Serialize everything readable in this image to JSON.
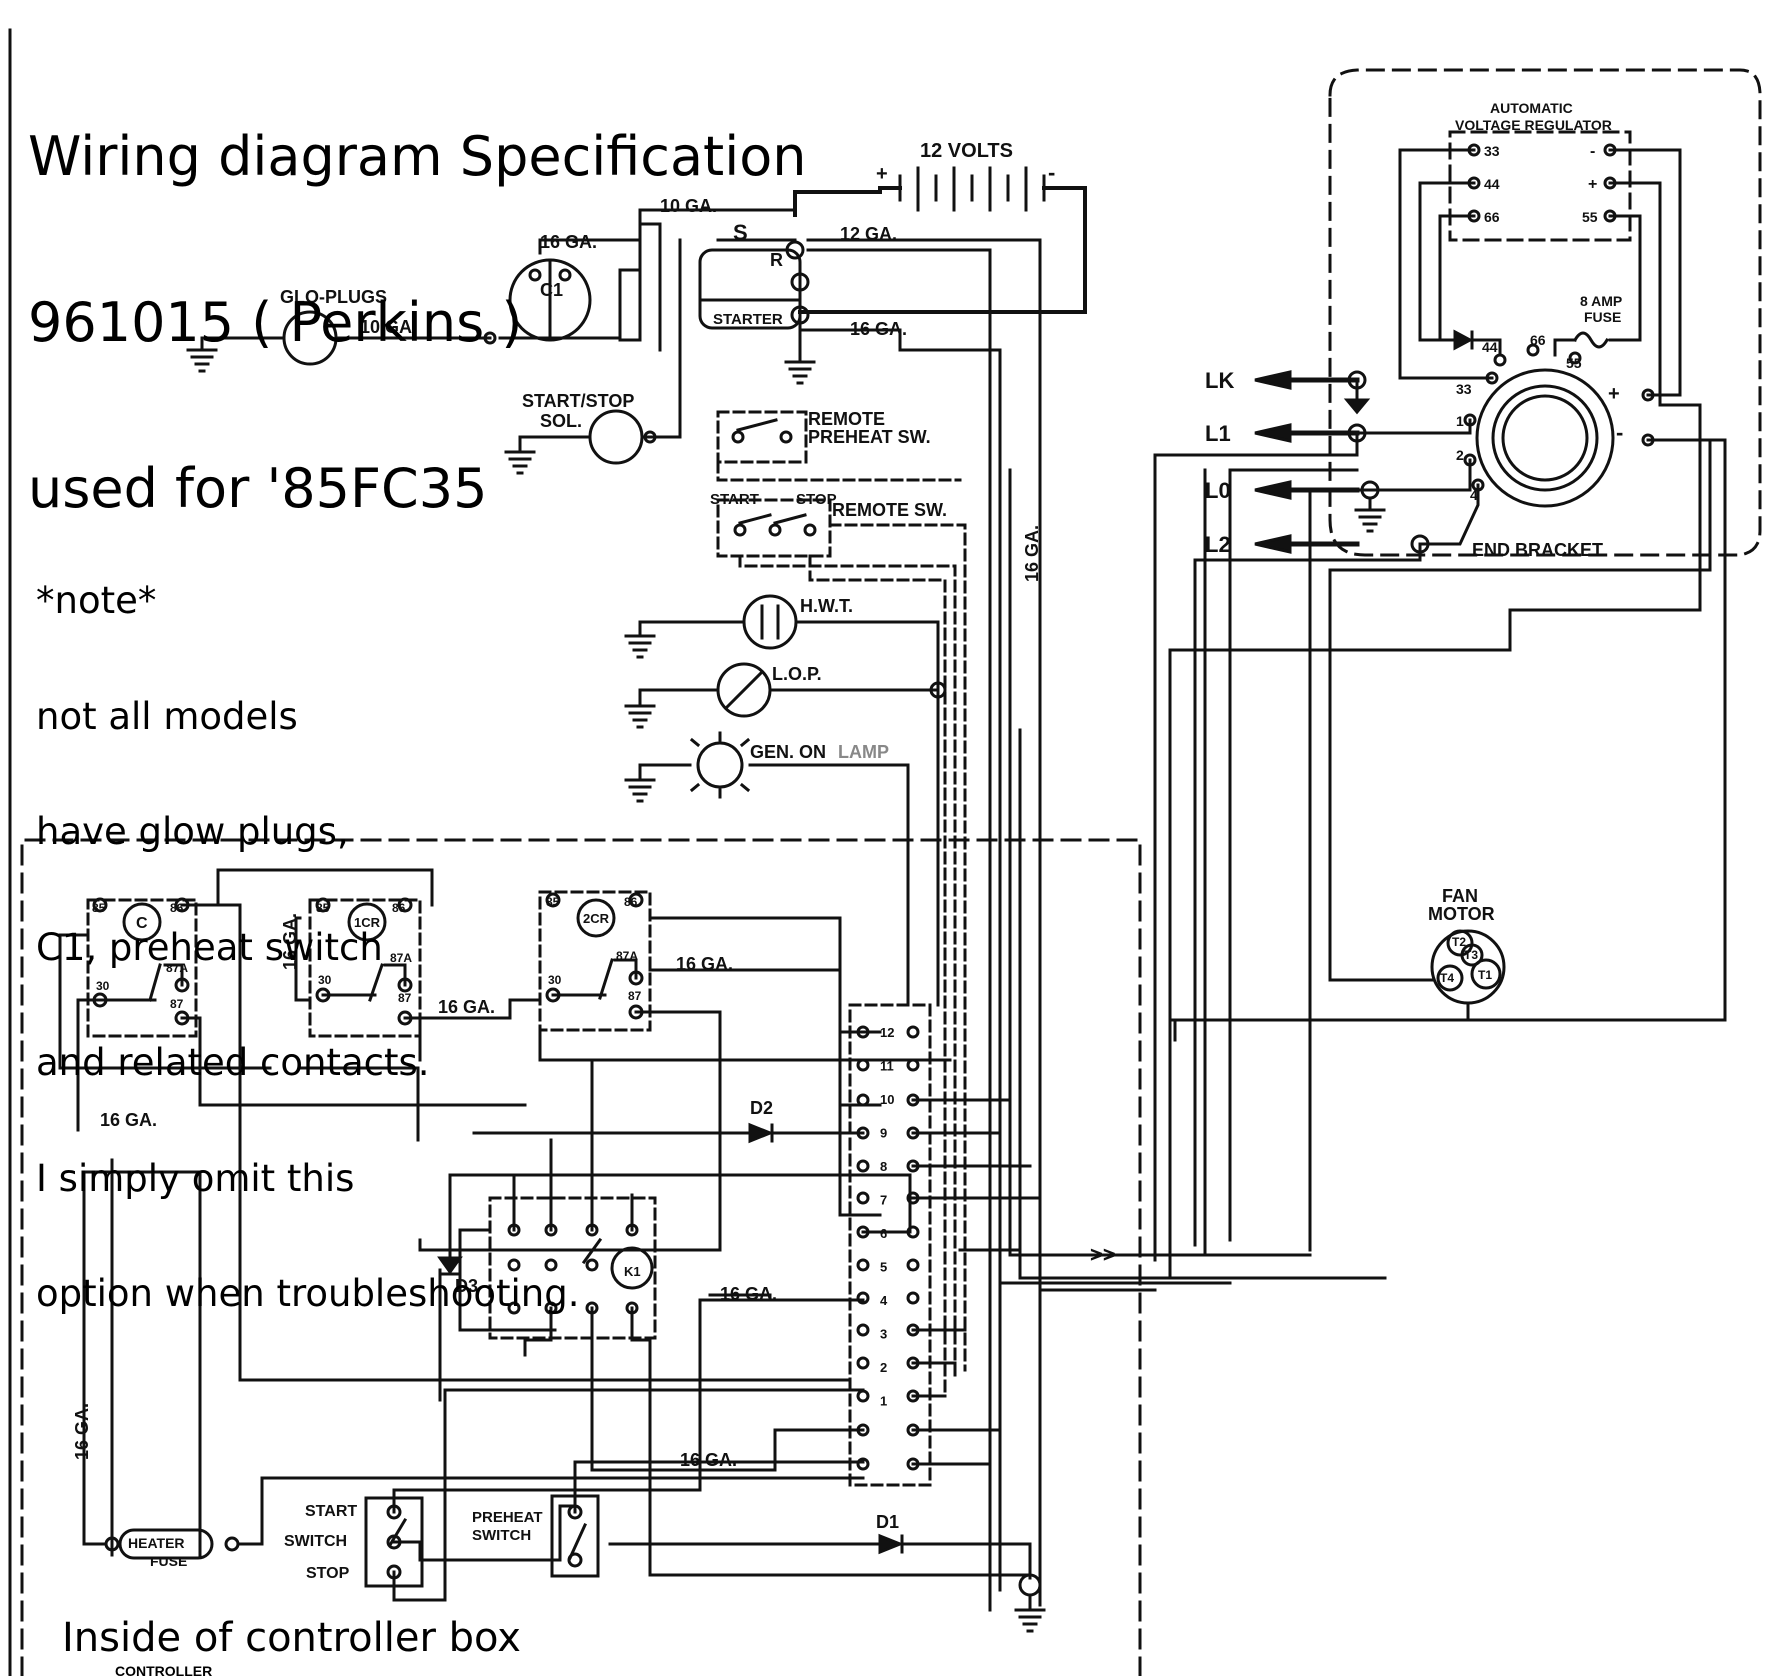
{
  "title": {
    "line1": "Wiring diagram Specification",
    "line2": "961015 ( Perkins )",
    "line3": "used for '85FC35"
  },
  "note": {
    "heading": "*note*",
    "lines": [
      "not all models",
      "have glow plugs,",
      "C1, preheat switch",
      "and related contacts.",
      "I simply omit this",
      "option when troubleshooting."
    ]
  },
  "footer": {
    "label": "Inside of controller box",
    "partial_text": "CONTROLLER"
  },
  "labels": {
    "battery": "12 VOLTS",
    "battery_plus": "+",
    "battery_minus": "-",
    "ga10_top": "10 GA.",
    "ga12": "12 GA.",
    "ga16_c1": "16 GA.",
    "ga16_starter": "16 GA.",
    "ga10_glo": "10 GA.",
    "glo_plugs": "GLO-PLUGS",
    "c1": "C1",
    "s": "S",
    "r": "R",
    "starter": "STARTER",
    "start_stop_sol_1": "START/STOP",
    "start_stop_sol_2": "SOL.",
    "remote_preheat_1": "REMOTE",
    "remote_preheat_2": "PREHEAT SW.",
    "remote_sw": "REMOTE SW.",
    "start": "START",
    "stop": "STOP",
    "hwt": "H.W.T.",
    "lop": "L.O.P.",
    "gen_on": "GEN. ON",
    "lamp": "LAMP",
    "ga16_vertical": "16 GA.",
    "avr_1": "AUTOMATIC",
    "avr_2": "VOLTAGE REGULATOR",
    "avr_33": "33",
    "avr_44": "44",
    "avr_66": "66",
    "avr_minus": "-",
    "avr_plus": "+",
    "avr_55": "55",
    "fuse_1": "8 AMP",
    "fuse_2": "FUSE",
    "gen_44": "44",
    "gen_66": "66",
    "gen_55": "55",
    "gen_33": "33",
    "gen_plus": "+",
    "gen_minus": "-",
    "gen_1": "1",
    "gen_2": "2",
    "gen_4": "4",
    "lk": "LK",
    "l1": "L1",
    "l0": "L0",
    "l2": "L2",
    "end_bracket": "END BRACKET",
    "fan_1": "FAN",
    "fan_2": "MOTOR",
    "fan_t2": "T2",
    "fan_t3": "T3",
    "fan_t4": "T4",
    "fan_t1": "T1",
    "relay_c": "C",
    "relay_1cr": "1CR",
    "relay_2cr": "2CR",
    "pin_85": "85",
    "pin_86": "86",
    "pin_30": "30",
    "pin_87a": "87A",
    "pin_87": "87",
    "ga16_relay3": "16 GA.",
    "ga16_relay12": "16 GA.",
    "ga16_left_v": "16 GA.",
    "ga16_left": "16 GA.",
    "d2": "D2",
    "d3": "D3",
    "d1": "D1",
    "ga16_mid": "16 GA.",
    "ga16_low": "16 GA.",
    "ga16_far_left": "16 GA.",
    "heater_fuse_1": "HEATER",
    "heater_fuse_2": "FUSE",
    "switch_start": "START",
    "switch_switch": "SWITCH",
    "switch_stop": "STOP",
    "preheat_switch_1": "PREHEAT",
    "preheat_switch_2": "SWITCH",
    "k1_label": "K1",
    "arrow_mark": ">>"
  },
  "terminal_numbers": [
    "12",
    "11",
    "10",
    "9",
    "8",
    "7",
    "6",
    "5",
    "4",
    "3",
    "2",
    "1"
  ]
}
